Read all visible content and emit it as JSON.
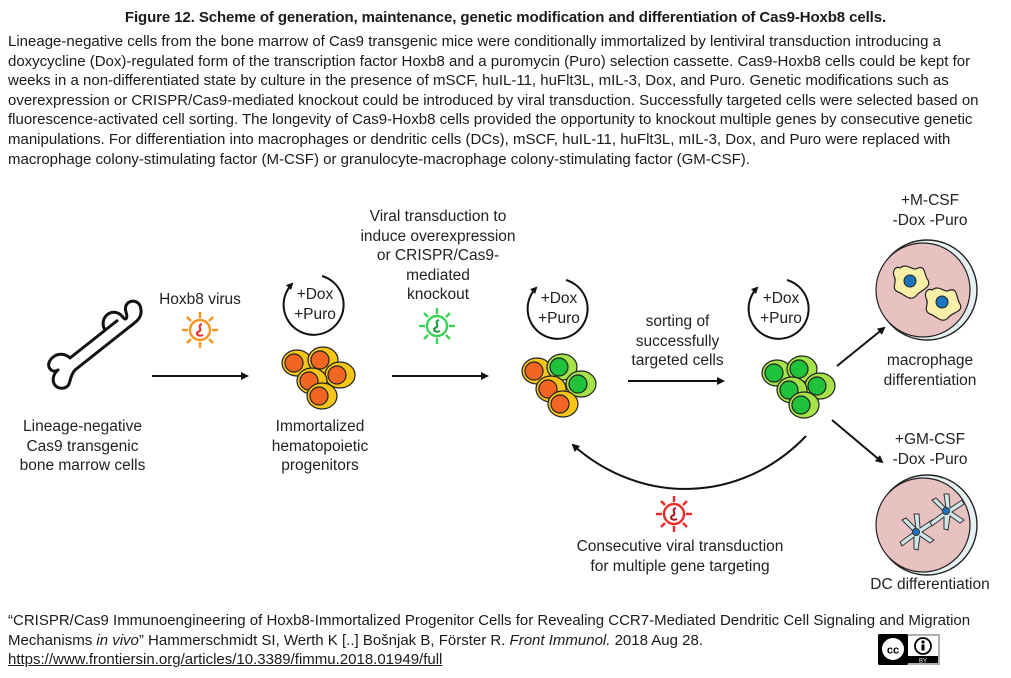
{
  "figure": {
    "title": "Figure 12. Scheme of generation, maintenance, genetic modification and differentiation of Cas9-Hoxb8 cells.",
    "caption": "Lineage-negative cells from the bone marrow of Cas9 transgenic mice were conditionally immortalized by lentiviral transduction introducing a doxycycline (Dox)-regulated form of the transcription factor Hoxb8 and a puromycin (Puro) selection cassette. Cas9-Hoxb8 cells could be kept for weeks in a non-differentiated state by culture in the presence of mSCF, huIL-11, huFlt3L, mIL-3, Dox, and Puro. Genetic modifications such as overexpression or CRISPR/Cas9-mediated knockout could be introduced by viral transduction. Successfully targeted cells were selected based on fluorescence-activated cell sorting. The longevity of Cas9-Hoxb8 cells provided the opportunity to knockout multiple genes by consecutive genetic manipulations. For differentiation into macrophages or dendritic cells (DCs), mSCF, huIL-11, huFlt3L, mIL-3, Dox, and Puro were replaced with macrophage colony-stimulating factor (M-CSF) or granulocyte-macrophage colony-stimulating factor (GM-CSF)."
  },
  "diagram": {
    "bone_label": [
      "Lineage-negative",
      "Cas9 transgenic",
      "bone marrow cells"
    ],
    "hoxb8_virus_label": "Hoxb8 virus",
    "culture_label": [
      "+Dox",
      "+Puro"
    ],
    "immortalized_label": [
      "Immortalized",
      "hematopoietic",
      "progenitors"
    ],
    "transduction_label": [
      "Viral transduction to",
      "induce overexpression",
      "or CRISPR/Cas9-",
      "mediated",
      "knockout"
    ],
    "sorting_label": [
      "sorting of",
      "successfully",
      "targeted cells"
    ],
    "macrophage_conditions": [
      "+M-CSF",
      "-Dox -Puro"
    ],
    "macrophage_label": [
      "macrophage",
      "differentiation"
    ],
    "dc_conditions": [
      "+GM-CSF",
      "-Dox -Puro"
    ],
    "dc_label": "DC differentiation",
    "consecutive_label": [
      "Consecutive viral transduction",
      "for multiple gene targeting"
    ],
    "colors": {
      "virus_orange": "#f7941d",
      "virus_green": "#39d353",
      "virus_red": "#ee2a24",
      "cell_yellow": "#f5c518",
      "nucleus_orange": "#f26522",
      "cell_lightgreen": "#a6e34a",
      "nucleus_green": "#1fc23a",
      "dish_pink": "#e8c2c0",
      "macrophage_yellow": "#f8f0a8",
      "macrophage_nucleus": "#1c75bc",
      "dc_body": "#cfe6ea"
    }
  },
  "citation": {
    "title": "“CRISPR/Cas9 Immunoengineering of Hoxb8-Immortalized Progenitor Cells for Revealing CCR7-Mediated Dendritic Cell Signaling and Migration Mechanisms ",
    "title_italic": "in vivo",
    "authors": "” Hammerschmidt SI, Werth K [..] Bošnjak B, Förster R. ",
    "journal": "Front Immunol.",
    "date": " 2018 Aug 28.",
    "url": "https://www.frontiersin.org/articles/10.3389/fimmu.2018.01949/full",
    "license": "CC BY",
    "license_by_text": "BY"
  }
}
